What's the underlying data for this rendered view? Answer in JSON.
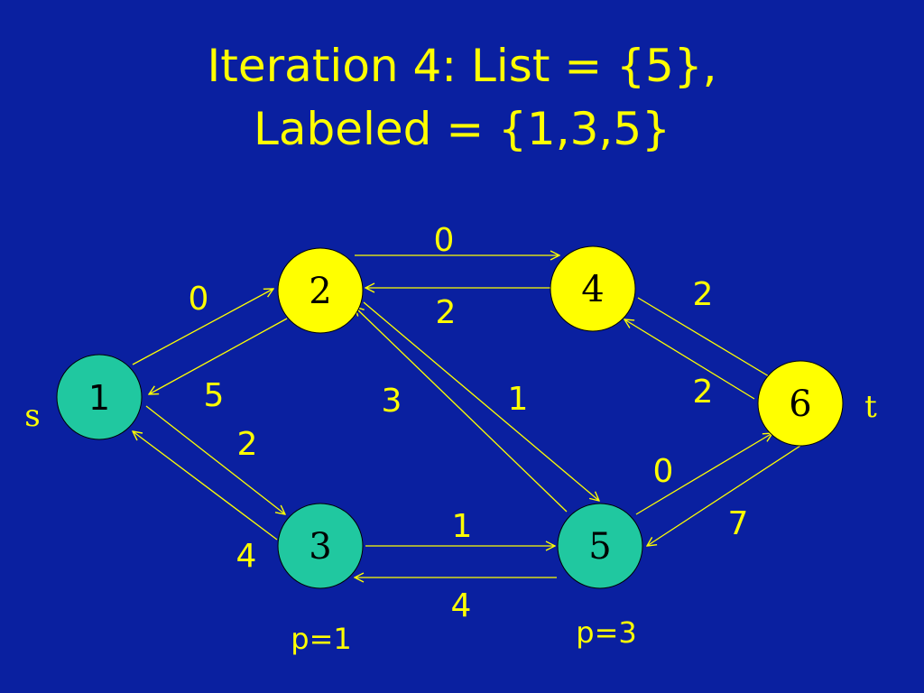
{
  "title": {
    "line1": "Iteration 4: List = {5},",
    "line2": "Labeled = {1,3,5}"
  },
  "colors": {
    "background": "#0a20a0",
    "text": "#ffff00",
    "labeled_node": "#20c8a0",
    "unlabeled_node": "#ffff00",
    "edge": "#ffff00"
  },
  "nodes": [
    {
      "id": "1",
      "label": "1",
      "state": "labeled"
    },
    {
      "id": "2",
      "label": "2",
      "state": "unlabeled"
    },
    {
      "id": "3",
      "label": "3",
      "state": "labeled"
    },
    {
      "id": "4",
      "label": "4",
      "state": "unlabeled"
    },
    {
      "id": "5",
      "label": "5",
      "state": "labeled"
    },
    {
      "id": "6",
      "label": "6",
      "state": "unlabeled"
    }
  ],
  "side_labels": {
    "source": "s",
    "sink": "t"
  },
  "predecessors": {
    "node3": "p=1",
    "node5": "p=3"
  },
  "edges": [
    {
      "from": "1",
      "to": "2",
      "label": "0"
    },
    {
      "from": "2",
      "to": "1",
      "label": "5"
    },
    {
      "from": "1",
      "to": "3",
      "label": "2"
    },
    {
      "from": "3",
      "to": "1",
      "label": "4"
    },
    {
      "from": "2",
      "to": "4",
      "label": "0"
    },
    {
      "from": "4",
      "to": "2",
      "label": "2"
    },
    {
      "from": "5",
      "to": "2",
      "label": "3"
    },
    {
      "from": "2",
      "to": "5",
      "label": "1"
    },
    {
      "from": "3",
      "to": "5",
      "label": "1"
    },
    {
      "from": "5",
      "to": "3",
      "label": "4"
    },
    {
      "from": "4",
      "to": "6",
      "label": "2"
    },
    {
      "from": "6",
      "to": "4",
      "label": "2"
    },
    {
      "from": "5",
      "to": "6",
      "label": "0"
    },
    {
      "from": "6",
      "to": "5",
      "label": "7"
    }
  ]
}
